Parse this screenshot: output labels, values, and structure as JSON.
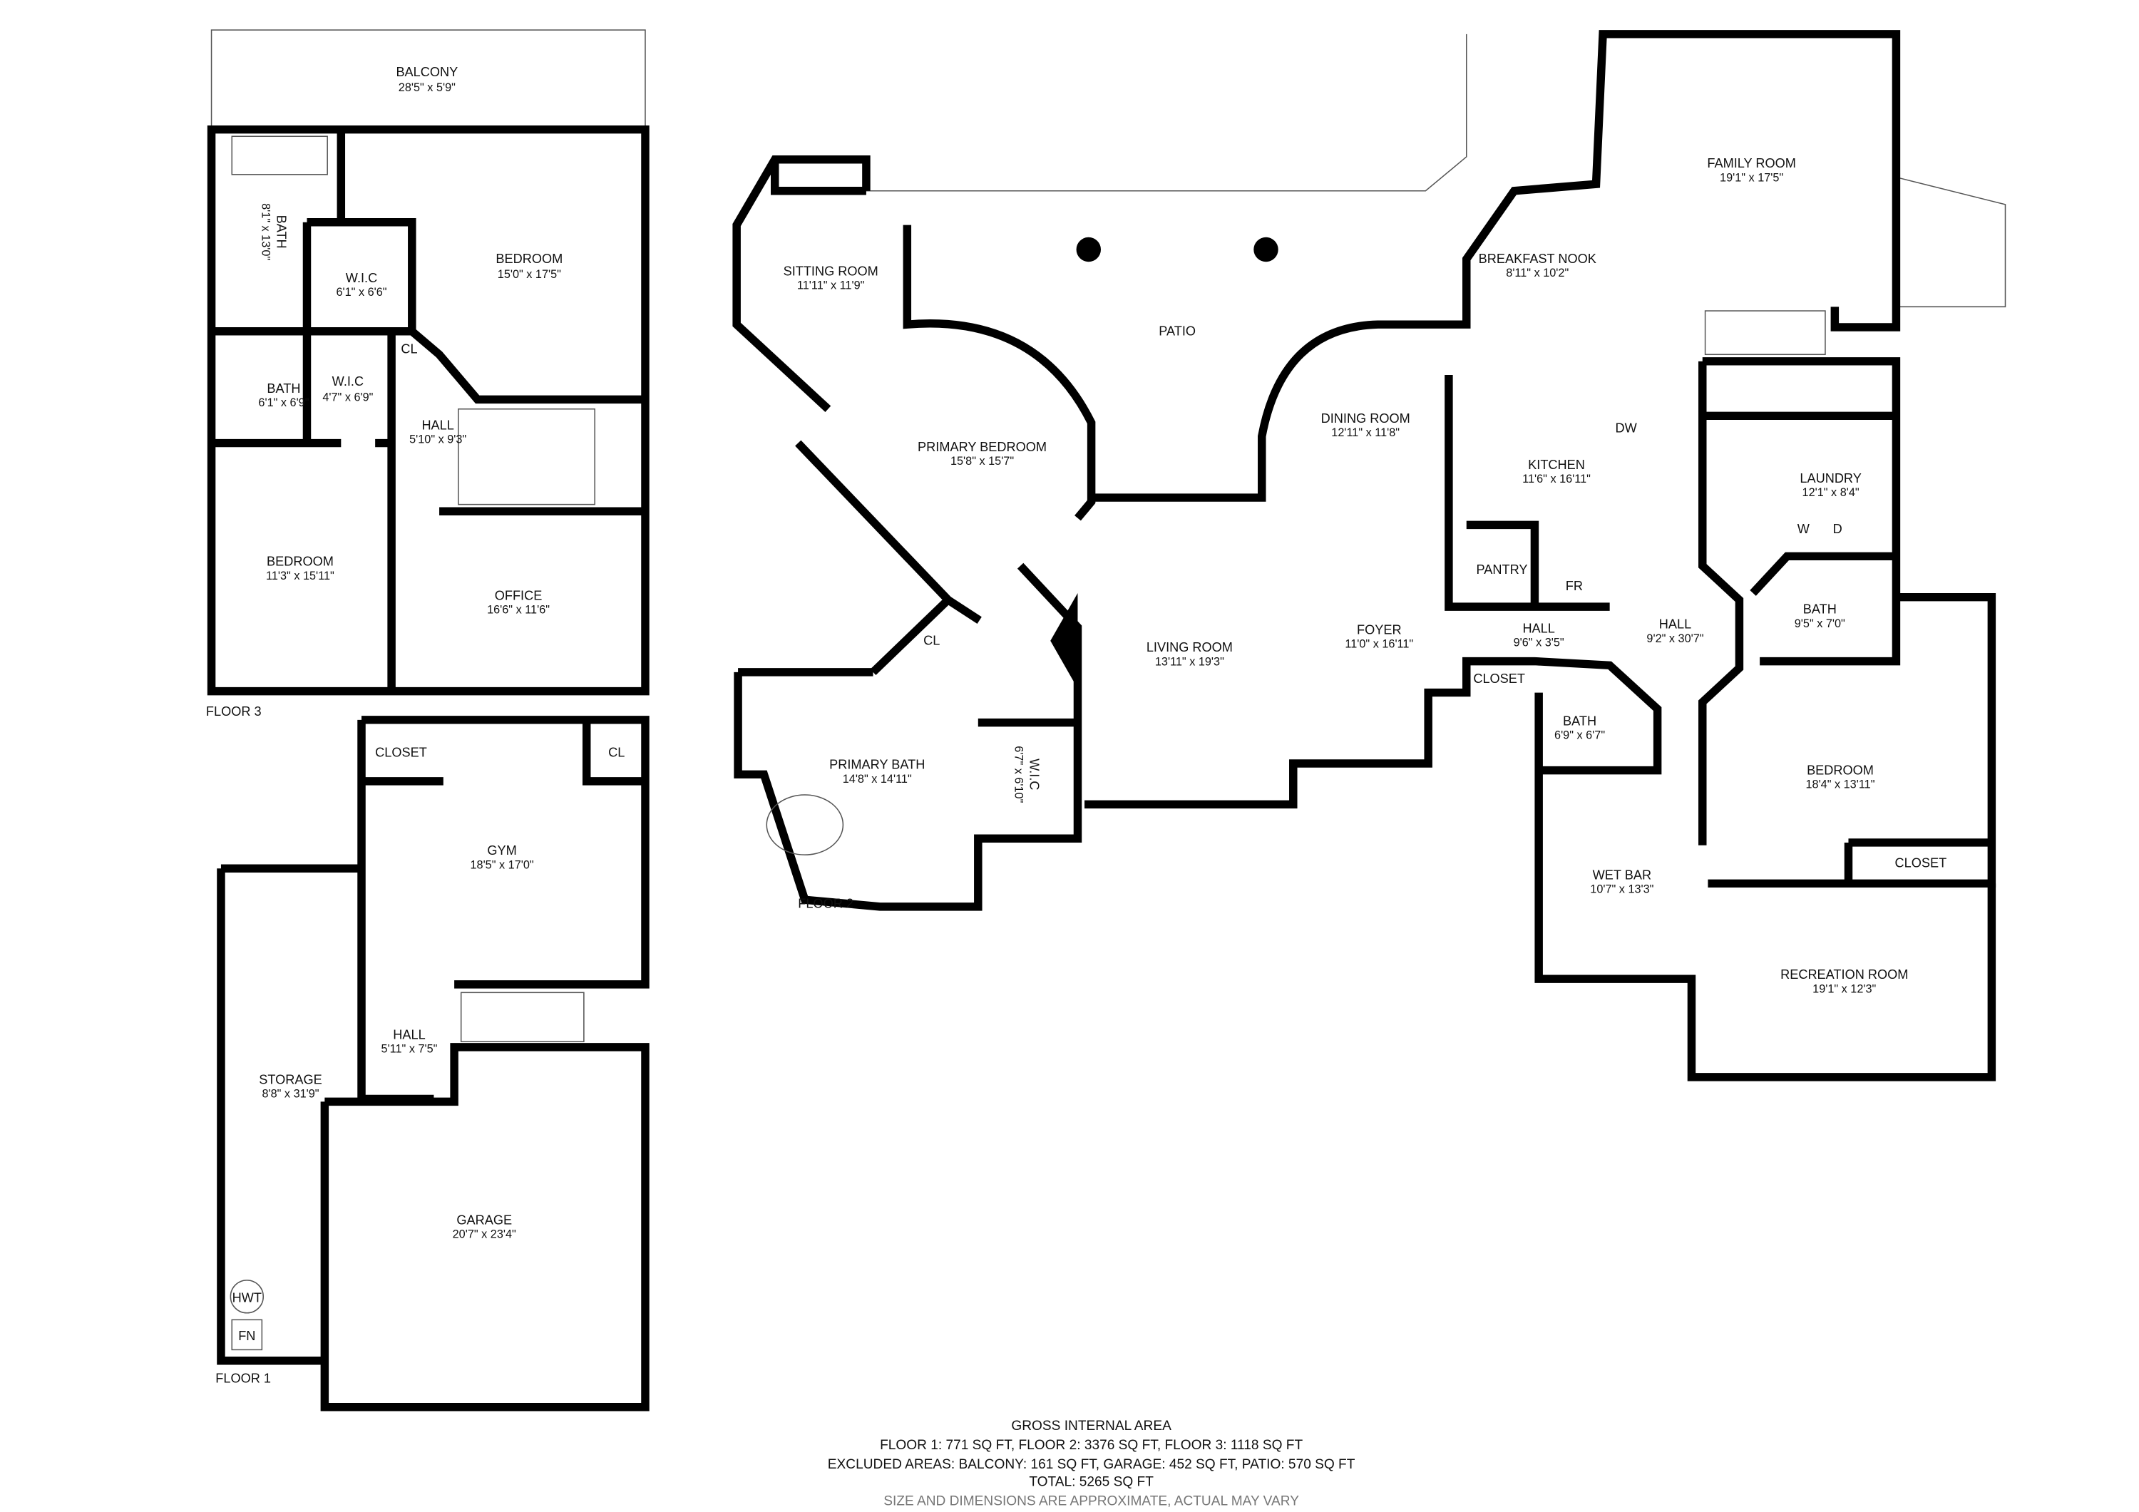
{
  "floor3": {
    "label": "FLOOR 3",
    "rooms": [
      {
        "name": "BALCONY",
        "dims": "28'5\" x 5'9\""
      },
      {
        "name": "BATH",
        "dims": "8'1\" x 13'0\""
      },
      {
        "name": "BEDROOM",
        "dims": "15'0\" x 17'5\""
      },
      {
        "name": "W.I.C",
        "dims": "6'1\" x 6'6\""
      },
      {
        "name": "CL",
        "dims": ""
      },
      {
        "name": "BATH",
        "dims": "6'1\" x 6'9\""
      },
      {
        "name": "W.I.C",
        "dims": "4'7\" x 6'9\""
      },
      {
        "name": "HALL",
        "dims": "5'10\" x 9'3\""
      },
      {
        "name": "BEDROOM",
        "dims": "11'3\" x 15'11\""
      },
      {
        "name": "OFFICE",
        "dims": "16'6\" x 11'6\""
      }
    ]
  },
  "floor1": {
    "label": "FLOOR 1",
    "rooms": [
      {
        "name": "CLOSET",
        "dims": ""
      },
      {
        "name": "CL",
        "dims": ""
      },
      {
        "name": "GYM",
        "dims": "18'5\" x 17'0\""
      },
      {
        "name": "STORAGE",
        "dims": "8'8\" x 31'9\""
      },
      {
        "name": "HALL",
        "dims": "5'11\" x 7'5\""
      },
      {
        "name": "GARAGE",
        "dims": "20'7\" x 23'4\""
      },
      {
        "name": "HWT",
        "dims": ""
      },
      {
        "name": "FN",
        "dims": ""
      }
    ]
  },
  "floor2": {
    "label": "FLOOR 2",
    "rooms": [
      {
        "name": "PATIO",
        "dims": ""
      },
      {
        "name": "SITTING ROOM",
        "dims": "11'11\" x 11'9\""
      },
      {
        "name": "PRIMARY BEDROOM",
        "dims": "15'8\" x 15'7\""
      },
      {
        "name": "CL",
        "dims": ""
      },
      {
        "name": "PRIMARY BATH",
        "dims": "14'8\" x 14'11\""
      },
      {
        "name": "W.I.C",
        "dims": "6'7\" x 6'10\""
      },
      {
        "name": "LIVING ROOM",
        "dims": "13'11\" x 19'3\""
      },
      {
        "name": "DINING ROOM",
        "dims": "12'11\" x 11'8\""
      },
      {
        "name": "BREAKFAST NOOK",
        "dims": "8'11\" x 10'2\""
      },
      {
        "name": "FAMILY ROOM",
        "dims": "19'1\" x 17'5\""
      },
      {
        "name": "KITCHEN",
        "dims": "11'6\" x 16'11\""
      },
      {
        "name": "DW",
        "dims": ""
      },
      {
        "name": "PANTRY",
        "dims": ""
      },
      {
        "name": "FR",
        "dims": ""
      },
      {
        "name": "FOYER",
        "dims": "11'0\" x 16'11\""
      },
      {
        "name": "HALL",
        "dims": "9'6\" x 3'5\""
      },
      {
        "name": "CLOSET",
        "dims": ""
      },
      {
        "name": "HALL",
        "dims": "9'2\" x 30'7\""
      },
      {
        "name": "LAUNDRY",
        "dims": "12'1\" x 8'4\""
      },
      {
        "name": "W",
        "dims": ""
      },
      {
        "name": "D",
        "dims": ""
      },
      {
        "name": "BATH",
        "dims": "9'5\" x 7'0\""
      },
      {
        "name": "BATH",
        "dims": "6'9\" x 6'7\""
      },
      {
        "name": "WET BAR",
        "dims": "10'7\" x 13'3\""
      },
      {
        "name": "BEDROOM",
        "dims": "18'4\" x 13'11\""
      },
      {
        "name": "CLOSET",
        "dims": ""
      },
      {
        "name": "RECREATION ROOM",
        "dims": "19'1\" x 12'3\""
      }
    ]
  },
  "footer": {
    "title": "GROSS INTERNAL AREA",
    "floors": "FLOOR 1: 771 SQ FT, FLOOR 2: 3376 SQ FT, FLOOR 3: 1118 SQ FT",
    "excluded": "EXCLUDED AREAS: BALCONY: 161 SQ FT, GARAGE: 452 SQ FT, PATIO: 570 SQ FT",
    "total": "TOTAL: 5265 SQ FT",
    "disclaimer": "SIZE AND DIMENSIONS ARE APPROXIMATE, ACTUAL MAY VARY"
  }
}
